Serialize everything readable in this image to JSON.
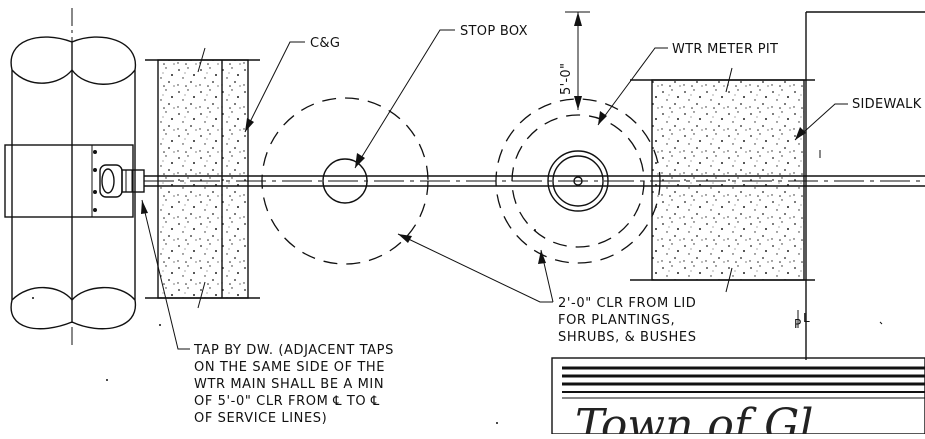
{
  "labels": {
    "c_and_g": "C&G",
    "stop_box": "STOP BOX",
    "wtr_meter_pit": "WTR METER PIT",
    "sidewalk": "SIDEWALK",
    "dimension": "5'-0\""
  },
  "notes": {
    "clearance": [
      "2'-0\" CLR FROM LID",
      "FOR PLANTINGS,",
      "SHRUBS, & BUSHES"
    ],
    "tap": [
      "TAP BY DW. (ADJACENT TAPS",
      "ON THE SAME SIDE OF THE",
      "WTR MAIN SHALL BE A MIN",
      "OF 5'-0\" CLR FROM ℄ TO ℄",
      "OF SERVICE LINES)"
    ]
  },
  "title_block": {
    "handwriting": "Town of Gl"
  }
}
